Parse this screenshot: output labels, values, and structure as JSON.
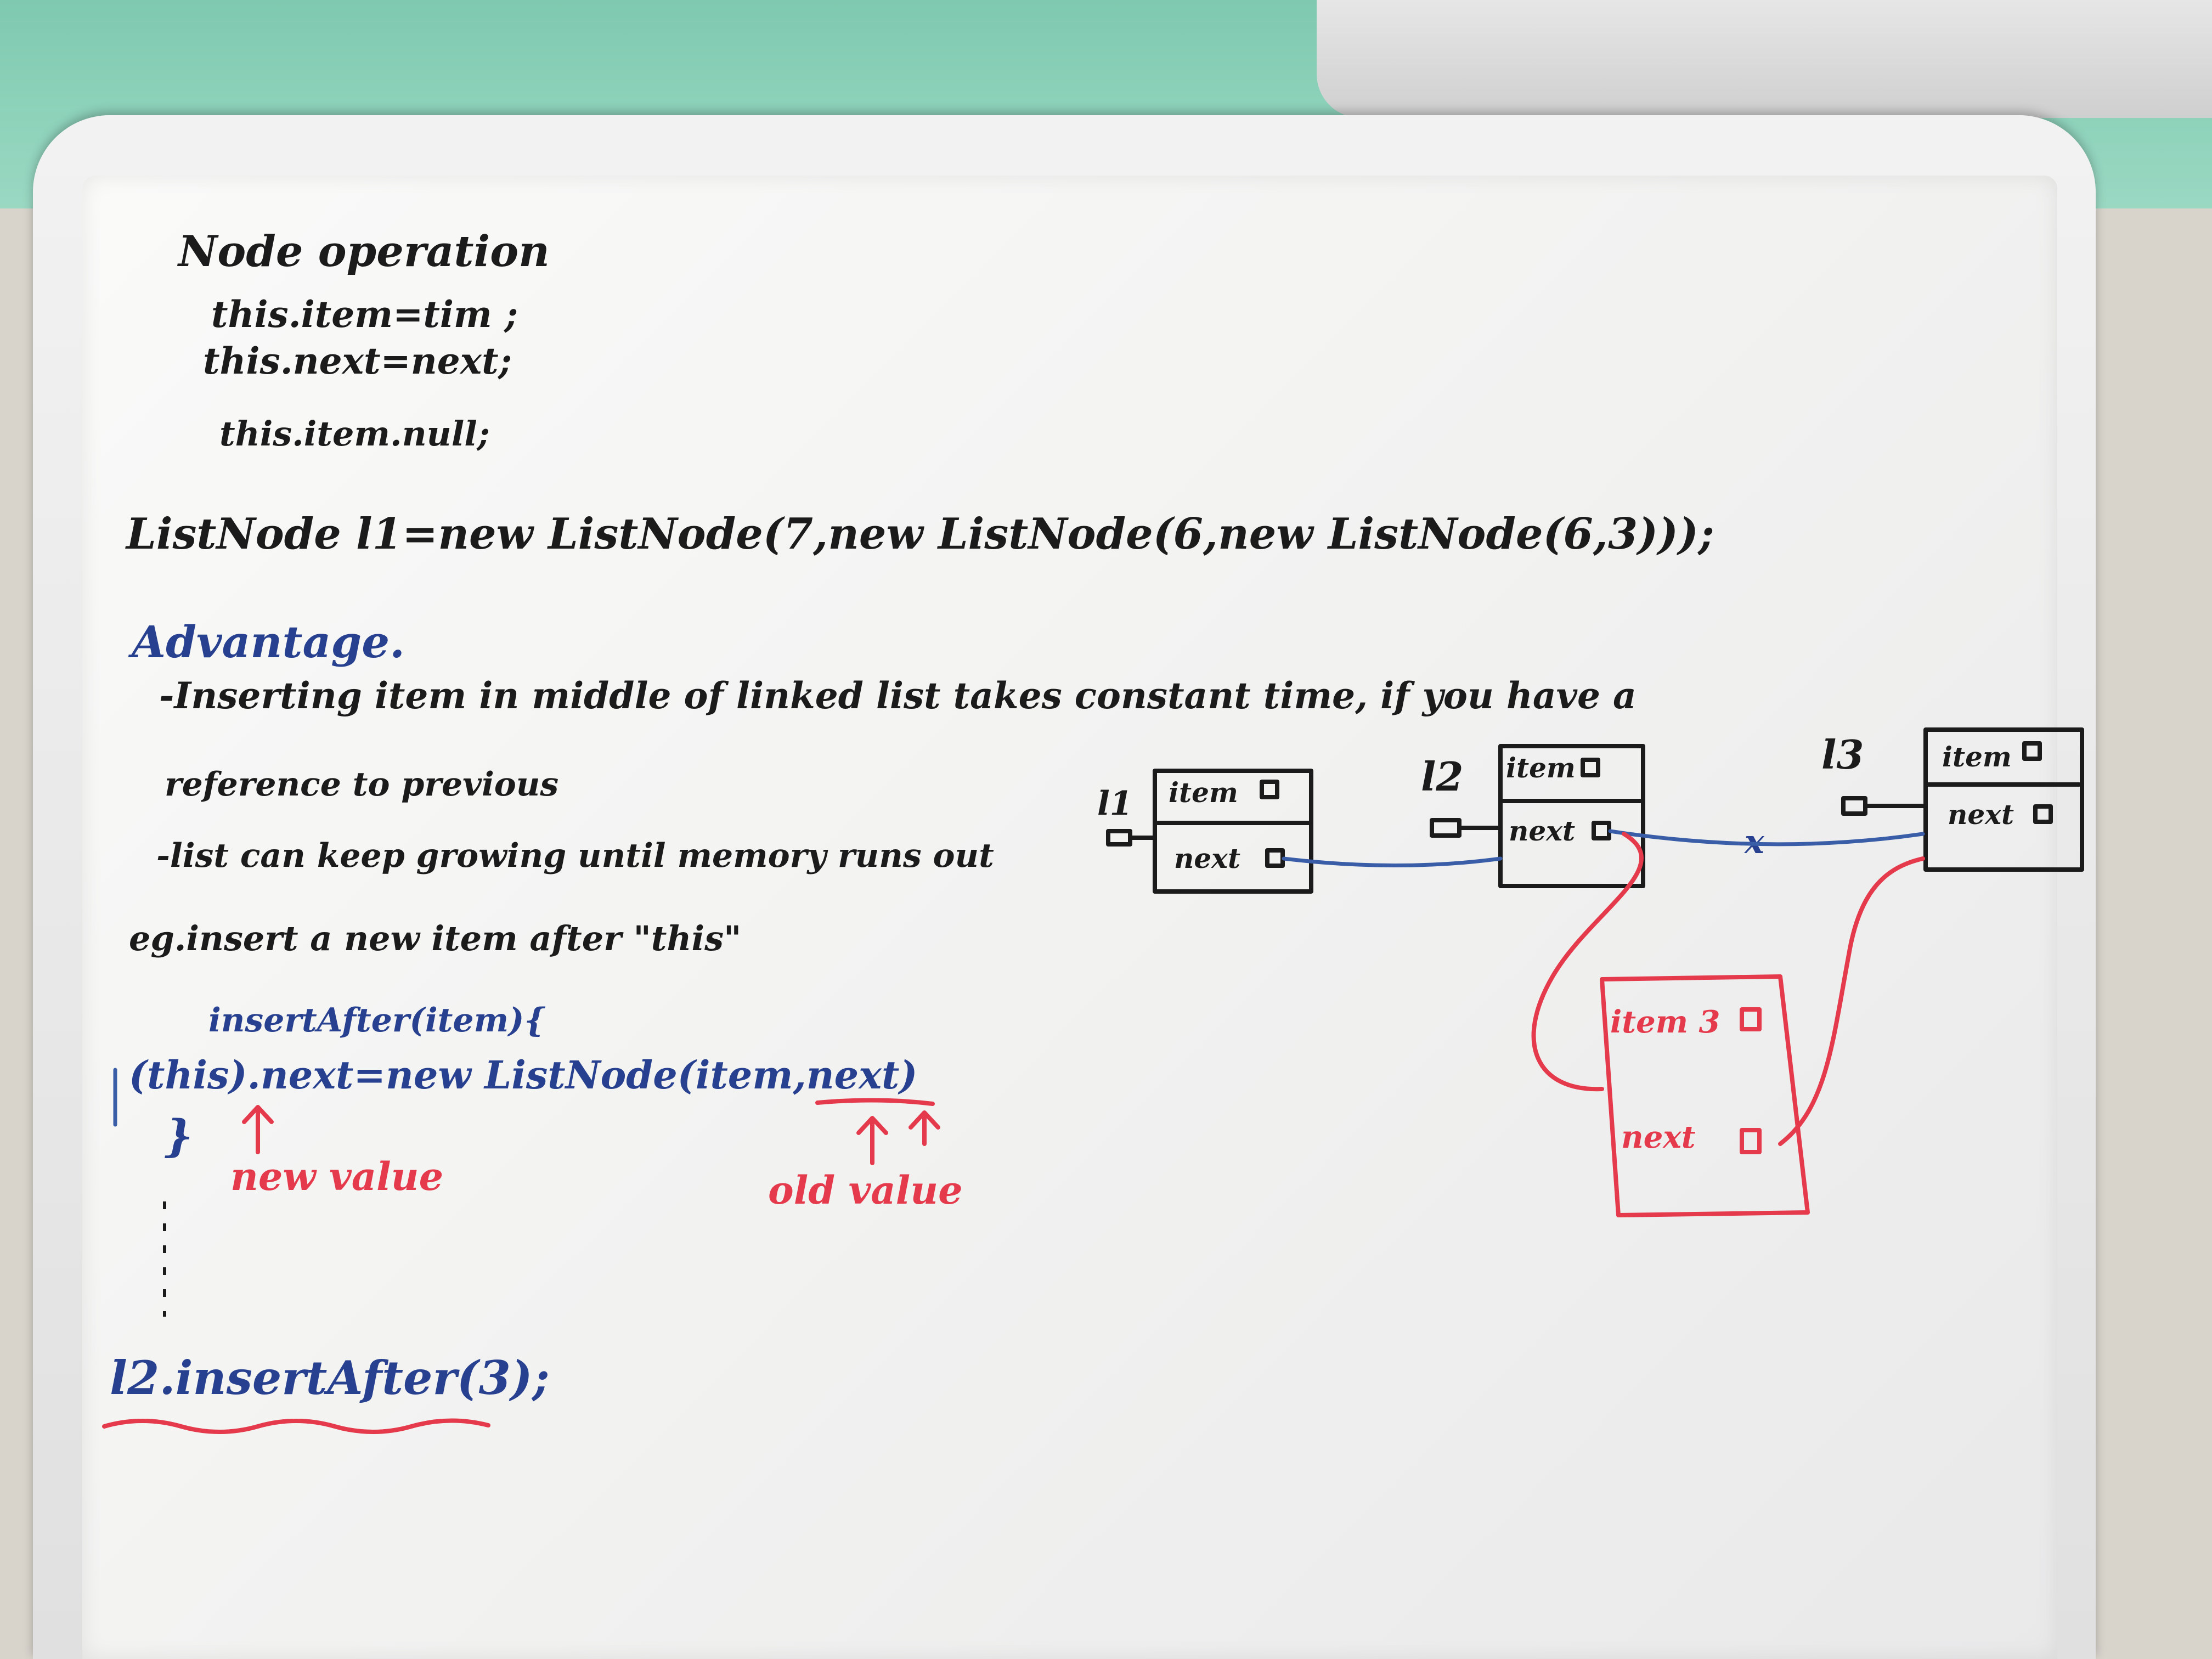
{
  "board": {
    "heading": "Node operation",
    "code_lines": [
      "this.item=tim ;",
      "this.next=next;",
      "this.item.null;"
    ],
    "list_decl": "ListNode l1=new ListNode(7,new ListNode(6,new ListNode(6,3)));",
    "advantage_title": "Advantage.",
    "bullets": [
      "-Inserting item in middle of linked list takes constant time, if you have a",
      "reference to previous",
      "-list can keep growing until memory runs out",
      "eg.insert a new item after \"this\""
    ],
    "insert_method": "insertAfter(item){",
    "insert_body": "(this).next=new ListNode(item,next)",
    "close_brace": "}",
    "new_value_label": "new value",
    "old_value_label": "old value",
    "call": "l2.insertAfter(3);",
    "diagram": {
      "refs": [
        "l1",
        "l2",
        "l3"
      ],
      "item_label": "item",
      "next_label": "next",
      "new_node_item": "item 3",
      "new_node_next": "next",
      "cross_mark": "x"
    }
  }
}
